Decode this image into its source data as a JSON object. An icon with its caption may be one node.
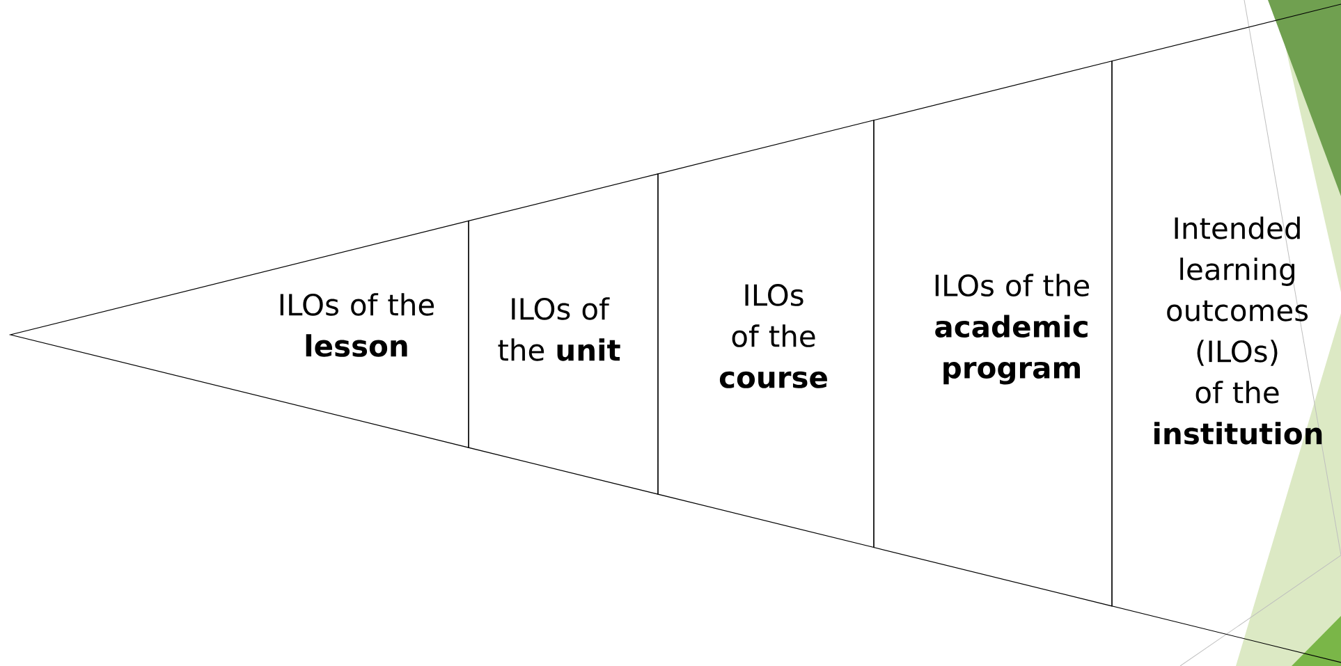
{
  "diagram": {
    "nodes": [
      {
        "text": [
          "ILOs of the **lesson**"
        ]
      },
      {
        "text": [
          "ILOs of the **unit**"
        ]
      },
      {
        "text": [
          "ILOs of the **course**"
        ]
      },
      {
        "text": [
          "ILOs of the **academic program**"
        ]
      },
      {
        "text": [
          "Intended learning outcomes (ILOs) of the **institution**"
        ]
      }
    ]
  }
}
